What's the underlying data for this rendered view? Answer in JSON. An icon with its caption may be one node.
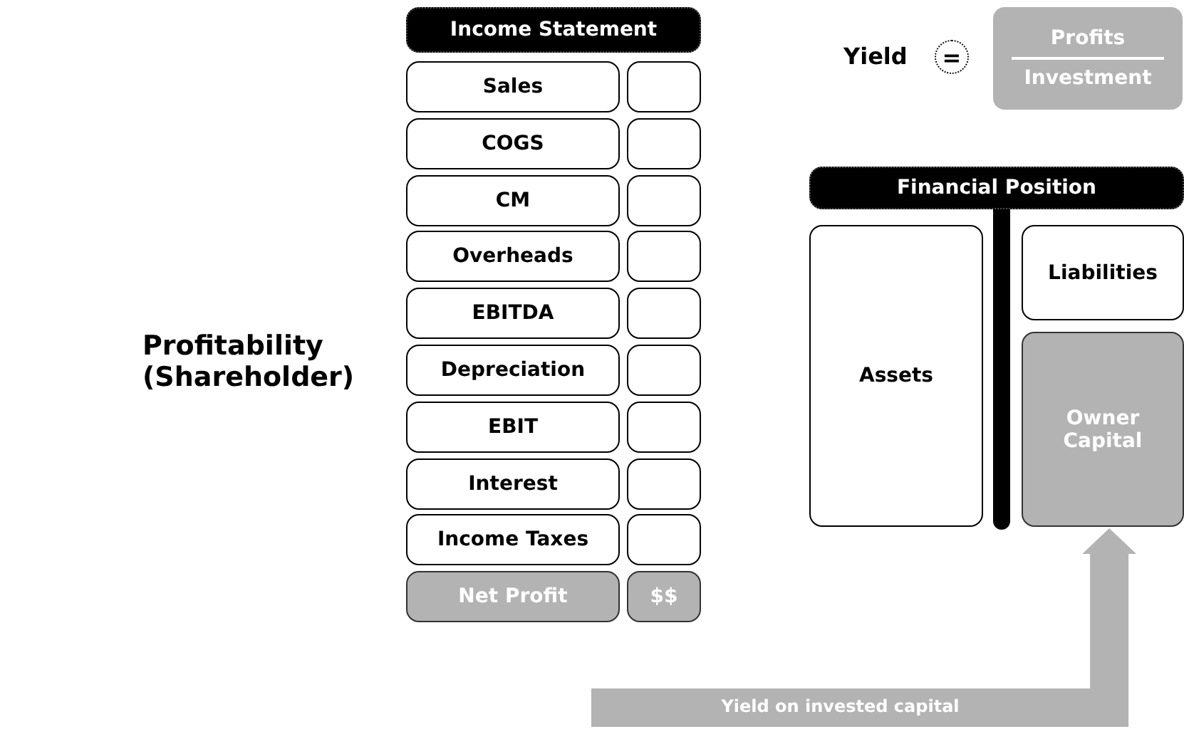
{
  "diagram": {
    "nodes": [
      {
        "text": [
          "Income Statement"
        ]
      },
      {
        "text": [
          "Sales"
        ]
      },
      {
        "text": [],
        "shape": "box"
      },
      {
        "text": [
          "COGS"
        ]
      },
      {
        "text": [],
        "shape": "box"
      },
      {
        "text": [
          "CM"
        ]
      },
      {
        "text": [],
        "shape": "box"
      },
      {
        "text": [
          "Overheads"
        ]
      },
      {
        "text": [],
        "shape": "box"
      },
      {
        "text": [
          "EBITDA"
        ]
      },
      {
        "text": [],
        "shape": "box"
      },
      {
        "text": [
          "Depreciation"
        ]
      },
      {
        "text": [],
        "shape": "box"
      },
      {
        "text": [
          "EBIT"
        ]
      },
      {
        "text": [],
        "shape": "box"
      },
      {
        "text": [
          "Interest"
        ]
      },
      {
        "text": [],
        "shape": "box"
      },
      {
        "text": [
          "Income Taxes"
        ]
      },
      {
        "text": [],
        "shape": "box"
      },
      {
        "text": [
          "Net Profit"
        ]
      },
      {
        "text": [
          "$$"
        ]
      },
      {
        "text": [
          "="
        ]
      },
      {
        "text": [
          "Profits",
          "Investment"
        ]
      },
      {
        "text": [
          "Financial Position"
        ]
      },
      {
        "text": [
          "Assets"
        ]
      },
      {
        "text": [
          "Liabilities"
        ]
      },
      {
        "text": [
          "Owner Capital"
        ]
      }
    ],
    "edges": [
      {
        "from": null,
        "to": 26,
        "arrow": "to",
        "label": "Yield on invested capital"
      }
    ],
    "labels": [
      "Yield",
      "Profitability (Shareholder)"
    ]
  }
}
